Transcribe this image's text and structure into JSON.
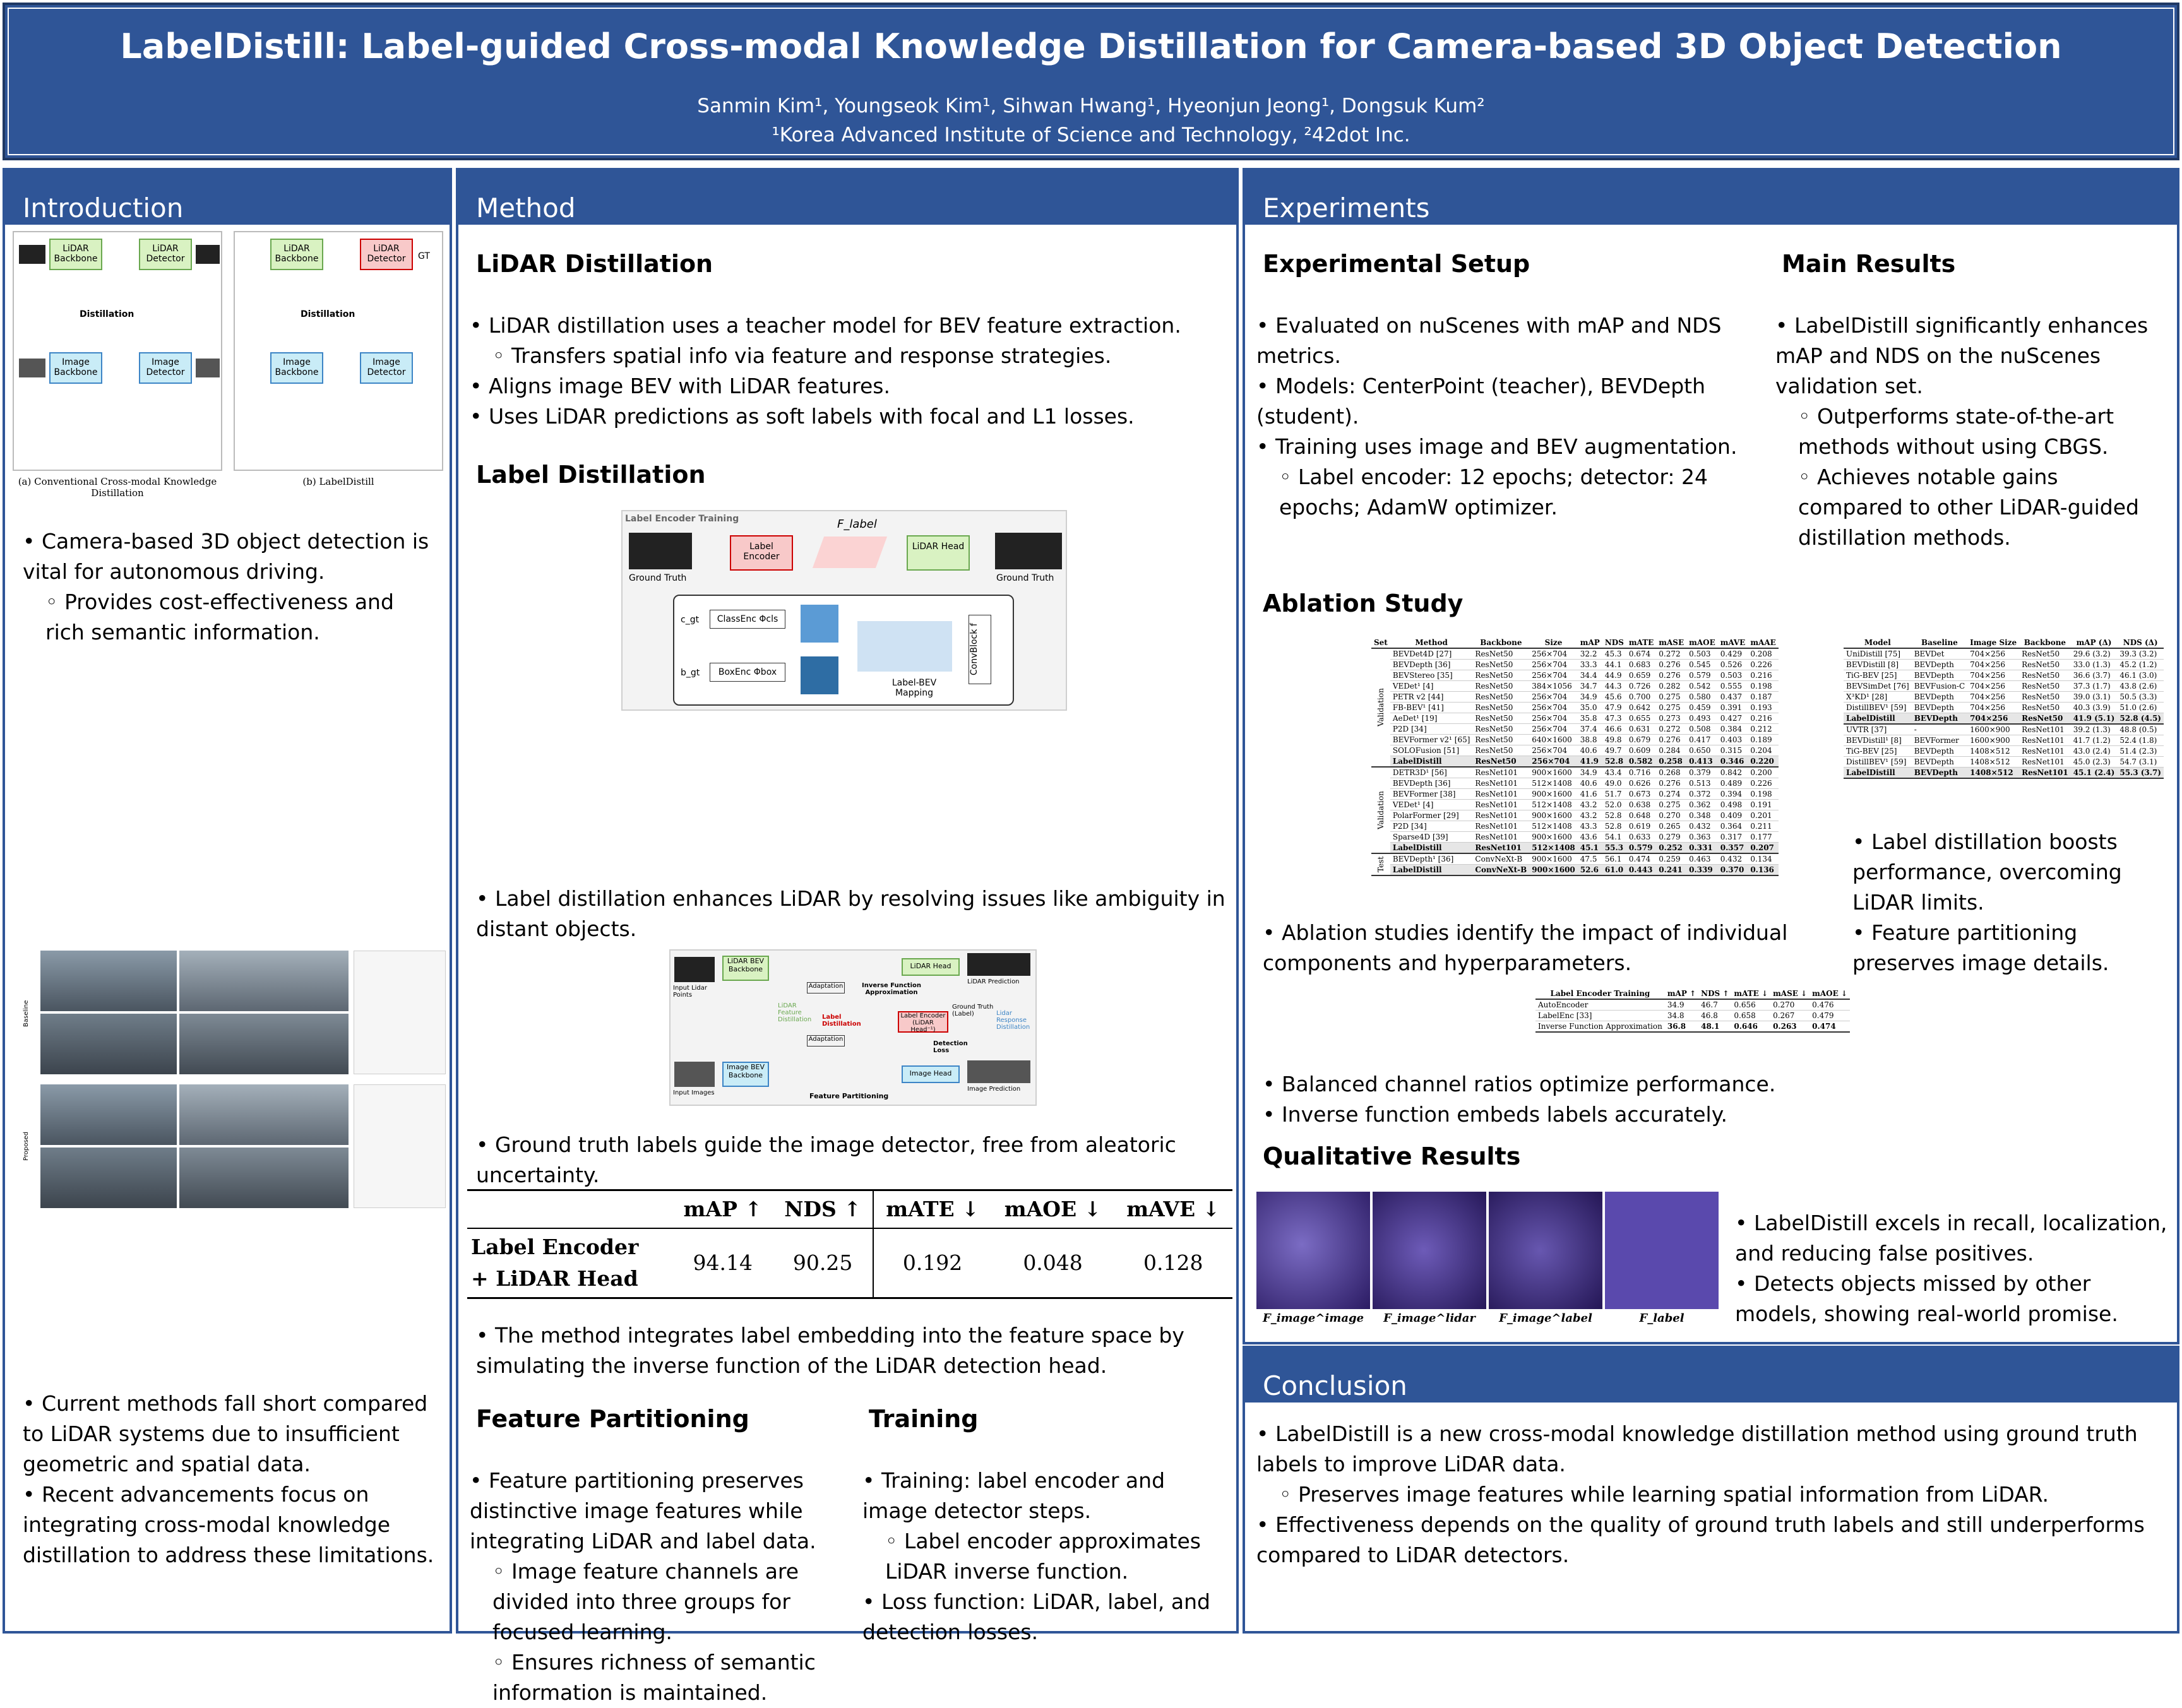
{
  "header": {
    "title": "LabelDistill: Label-guided Cross-modal Knowledge Distillation for Camera-based 3D Object Detection",
    "authors": "Sanmin Kim¹, Youngseok Kim¹, Sihwan Hwang¹, Hyeonjun Jeong¹, Dongsuk Kum²",
    "affiliation": "¹Korea Advanced Institute of Science and Technology, ²42dot Inc."
  },
  "intro": {
    "heading": "Introduction",
    "fig_a_caption": "(a) Conventional Cross-modal Knowledge Distillation",
    "fig_b_caption": "(b) LabelDistill",
    "fig_labels": {
      "lidar_backbone": "LiDAR Backbone",
      "lidar_detector": "LiDAR Detector",
      "image_backbone": "Image Backbone",
      "image_detector": "Image Detector",
      "distillation": "Distillation",
      "gt": "GT"
    },
    "bullets1": [
      {
        "text": "• Camera-based 3D object detection is vital for autonomous driving.",
        "indent": false
      },
      {
        "text": "◦ Provides cost-effectiveness and rich semantic information.",
        "indent": true
      }
    ],
    "side_labels": {
      "baseline": "Baseline",
      "proposed": "Proposed"
    },
    "bullets2": [
      {
        "text": "• Current methods fall short compared to LiDAR systems due to insufficient geometric and spatial data.",
        "indent": false
      },
      {
        "text": "• Recent advancements focus on integrating cross-modal knowledge distillation to address these limitations.",
        "indent": false
      }
    ]
  },
  "method": {
    "heading": "Method",
    "lidar_distillation": {
      "title": "LiDAR Distillation",
      "bullets": [
        {
          "text": "• LiDAR distillation uses a teacher model for BEV feature extraction.",
          "indent": false
        },
        {
          "text": "◦ Transfers spatial info via feature and response strategies.",
          "indent": true
        },
        {
          "text": "• Aligns image BEV with LiDAR features.",
          "indent": false
        },
        {
          "text": "• Uses LiDAR predictions as soft labels with focal and L1 losses.",
          "indent": false
        }
      ]
    },
    "label_distillation": {
      "title": "Label Distillation",
      "fig1": {
        "title": "Label Encoder Training",
        "flabel": "F_label",
        "label_encoder": "Label Encoder",
        "lidar_head": "LiDAR Head",
        "gt_left": "Ground Truth",
        "gt_right": "Ground Truth",
        "class_enc": "ClassEnc Φcls",
        "box_enc": "BoxEnc Φbox",
        "c_gt": "c_gt",
        "b_gt": "b_gt",
        "mapping": "Label-BEV Mapping",
        "convblock": "ConvBlock f"
      },
      "bullet1": "• Label distillation enhances LiDAR by resolving issues like ambiguity in distant objects.",
      "fig2": {
        "lidar_bev_backbone": "LiDAR BEV Backbone",
        "lidar_head": "LiDAR Head",
        "lidar_prediction": "LiDAR Prediction",
        "input_lidar": "Input Lidar Points",
        "adaptation1": "Adaptation",
        "adaptation2": "Adaptation",
        "inverse": "Inverse Function Approximation",
        "lidar_feature_distillation": "LiDAR Feature Distillation",
        "label_distillation": "Label Distillation",
        "label_encoder": "Label Encoder (LiDAR Head⁻¹)",
        "gt_label": "Ground Truth (Label)",
        "lidar_response": "Lidar Response Distillation",
        "detection_loss": "Detection Loss",
        "image_bev_backbone": "Image BEV Backbone",
        "image_head": "Image Head",
        "image_prediction": "Image Prediction",
        "input_images": "Input Images",
        "feature_partitioning": "Feature Partitioning"
      },
      "bullet2": "• Ground truth labels guide the image detector, free from aleatoric uncertainty.",
      "table": {
        "headers": [
          "",
          "mAP ↑",
          "NDS ↑",
          "mATE ↓",
          "mAOE ↓",
          "mAVE ↓"
        ],
        "row_label_line1": "Label Encoder",
        "row_label_line2": "+ LiDAR Head",
        "values": [
          "94.14",
          "90.25",
          "0.192",
          "0.048",
          "0.128"
        ]
      },
      "bullet3": "• The method integrates label embedding into the feature space by simulating the inverse function of the LiDAR detection head."
    },
    "feature_partitioning": {
      "title": "Feature Partitioning",
      "bullets": [
        {
          "text": "• Feature partitioning preserves distinctive image features while integrating LiDAR and label data.",
          "indent": false
        },
        {
          "text": "◦ Image feature channels are divided into three groups for focused learning.",
          "indent": true
        },
        {
          "text": "◦ Ensures richness of semantic information is maintained.",
          "indent": true
        }
      ]
    },
    "training": {
      "title": "Training",
      "bullets": [
        {
          "text": "• Training: label encoder and image detector steps.",
          "indent": false
        },
        {
          "text": "◦ Label encoder approximates LiDAR inverse function.",
          "indent": true
        },
        {
          "text": "• Loss function: LiDAR, label, and detection losses.",
          "indent": false
        }
      ]
    }
  },
  "experiments": {
    "heading": "Experiments",
    "setup": {
      "title": "Experimental Setup",
      "bullets": [
        {
          "text": "• Evaluated on nuScenes with mAP and NDS metrics.",
          "indent": false
        },
        {
          "text": "• Models: CenterPoint (teacher), BEVDepth (student).",
          "indent": false
        },
        {
          "text": "• Training uses image and BEV augmentation.",
          "indent": false
        },
        {
          "text": "◦ Label encoder: 12 epochs; detector: 24 epochs; AdamW optimizer.",
          "indent": true
        }
      ]
    },
    "main": {
      "title": "Main Results",
      "bullets": [
        {
          "text": "• LabelDistill significantly enhances mAP and NDS on the nuScenes validation set.",
          "indent": false
        },
        {
          "text": "◦ Outperforms state-of-the-art methods without using CBGS.",
          "indent": true
        },
        {
          "text": "◦ Achieves notable gains compared to other LiDAR-guided distillation methods.",
          "indent": true
        }
      ]
    },
    "ablation": {
      "title": "Ablation Study",
      "big_table": {
        "headers": [
          "Set",
          "Method",
          "Backbone",
          "Size",
          "mAP",
          "NDS",
          "mATE",
          "mASE",
          "mAOE",
          "mAVE",
          "mAAE"
        ],
        "groups": [
          {
            "set": "Validation",
            "rows": [
              [
                "BEVDet4D [27]",
                "ResNet50",
                "256×704",
                "32.2",
                "45.3",
                "0.674",
                "0.272",
                "0.503",
                "0.429",
                "0.208"
              ],
              [
                "BEVDepth [36]",
                "ResNet50",
                "256×704",
                "33.3",
                "44.1",
                "0.683",
                "0.276",
                "0.545",
                "0.526",
                "0.226"
              ],
              [
                "BEVStereo [35]",
                "ResNet50",
                "256×704",
                "34.4",
                "44.9",
                "0.659",
                "0.276",
                "0.579",
                "0.503",
                "0.216"
              ],
              [
                "VEDet¹ [4]",
                "ResNet50",
                "384×1056",
                "34.7",
                "44.3",
                "0.726",
                "0.282",
                "0.542",
                "0.555",
                "0.198"
              ],
              [
                "PETR v2 [44]",
                "ResNet50",
                "256×704",
                "34.9",
                "45.6",
                "0.700",
                "0.275",
                "0.580",
                "0.437",
                "0.187"
              ],
              [
                "FB-BEV¹ [41]",
                "ResNet50",
                "256×704",
                "35.0",
                "47.9",
                "0.642",
                "0.275",
                "0.459",
                "0.391",
                "0.193"
              ],
              [
                "AeDet¹ [19]",
                "ResNet50",
                "256×704",
                "35.8",
                "47.3",
                "0.655",
                "0.273",
                "0.493",
                "0.427",
                "0.216"
              ],
              [
                "P2D [34]",
                "ResNet50",
                "256×704",
                "37.4",
                "46.6",
                "0.631",
                "0.272",
                "0.508",
                "0.384",
                "0.212"
              ],
              [
                "BEVFormer v2¹ [65]",
                "ResNet50",
                "640×1600",
                "38.8",
                "49.8",
                "0.679",
                "0.276",
                "0.417",
                "0.403",
                "0.189"
              ],
              [
                "SOLOFusion [51]",
                "ResNet50",
                "256×704",
                "40.6",
                "49.7",
                "0.609",
                "0.284",
                "0.650",
                "0.315",
                "0.204"
              ],
              [
                "LabelDistill",
                "ResNet50",
                "256×704",
                "41.9",
                "52.8",
                "0.582",
                "0.258",
                "0.413",
                "0.346",
                "0.220"
              ]
            ],
            "hl": 10
          },
          {
            "set": "Validation",
            "rows": [
              [
                "DETR3D¹ [56]",
                "ResNet101",
                "900×1600",
                "34.9",
                "43.4",
                "0.716",
                "0.268",
                "0.379",
                "0.842",
                "0.200"
              ],
              [
                "BEVDepth [36]",
                "ResNet101",
                "512×1408",
                "40.6",
                "49.0",
                "0.626",
                "0.276",
                "0.513",
                "0.489",
                "0.226"
              ],
              [
                "BEVFormer [38]",
                "ResNet101",
                "900×1600",
                "41.6",
                "51.7",
                "0.673",
                "0.274",
                "0.372",
                "0.394",
                "0.198"
              ],
              [
                "VEDet¹ [4]",
                "ResNet101",
                "512×1408",
                "43.2",
                "52.0",
                "0.638",
                "0.275",
                "0.362",
                "0.498",
                "0.191"
              ],
              [
                "PolarFormer [29]",
                "ResNet101",
                "900×1600",
                "43.2",
                "52.8",
                "0.648",
                "0.270",
                "0.348",
                "0.409",
                "0.201"
              ],
              [
                "P2D [34]",
                "ResNet101",
                "512×1408",
                "43.3",
                "52.8",
                "0.619",
                "0.265",
                "0.432",
                "0.364",
                "0.211"
              ],
              [
                "Sparse4D [39]",
                "ResNet101",
                "900×1600",
                "43.6",
                "54.1",
                "0.633",
                "0.279",
                "0.363",
                "0.317",
                "0.177"
              ],
              [
                "LabelDistill",
                "ResNet101",
                "512×1408",
                "45.1",
                "55.3",
                "0.579",
                "0.252",
                "0.331",
                "0.357",
                "0.207"
              ]
            ],
            "hl": 7
          },
          {
            "set": "Test",
            "rows": [
              [
                "BEVDepth¹ [36]",
                "ConvNeXt-B",
                "900×1600",
                "47.5",
                "56.1",
                "0.474",
                "0.259",
                "0.463",
                "0.432",
                "0.134"
              ],
              [
                "LabelDistill",
                "ConvNeXt-B",
                "900×1600",
                "52.6",
                "61.0",
                "0.443",
                "0.241",
                "0.339",
                "0.370",
                "0.136"
              ]
            ],
            "hl": 1
          }
        ]
      },
      "small_table": {
        "headers": [
          "Model",
          "Baseline",
          "Image Size",
          "Backbone",
          "mAP (Δ)",
          "NDS (Δ)"
        ],
        "groups": [
          {
            "rows": [
              [
                "UniDistill [75]",
                "BEVDet",
                "704×256",
                "ResNet50",
                "29.6 (3.2)",
                "39.3 (3.2)"
              ],
              [
                "BEVDistill [8]",
                "BEVDepth",
                "704×256",
                "ResNet50",
                "33.0 (1.3)",
                "45.2 (1.2)"
              ],
              [
                "TiG-BEV [25]",
                "BEVDepth",
                "704×256",
                "ResNet50",
                "36.6 (3.7)",
                "46.1 (3.0)"
              ],
              [
                "BEVSimDet [76]",
                "BEVFusion-C",
                "704×256",
                "ResNet50",
                "37.3 (1.7)",
                "43.8 (2.6)"
              ],
              [
                "X³KD¹ [28]",
                "BEVDepth",
                "704×256",
                "ResNet50",
                "39.0 (3.1)",
                "50.5 (3.3)"
              ],
              [
                "DistillBEV¹ [59]",
                "BEVDepth",
                "704×256",
                "ResNet50",
                "40.3 (3.9)",
                "51.0 (2.6)"
              ],
              [
                "LabelDistill",
                "BEVDepth",
                "704×256",
                "ResNet50",
                "41.9 (5.1)",
                "52.8 (4.5)"
              ]
            ],
            "hl": 6
          },
          {
            "rows": [
              [
                "UVTR [37]",
                "-",
                "1600×900",
                "ResNet101",
                "39.2 (1.3)",
                "48.8 (0.5)"
              ],
              [
                "BEVDistill¹ [8]",
                "BEVFormer",
                "1600×900",
                "ResNet101",
                "41.7 (1.2)",
                "52.4 (1.8)"
              ],
              [
                "TiG-BEV [25]",
                "BEVDepth",
                "1408×512",
                "ResNet101",
                "43.0 (2.4)",
                "51.4 (2.3)"
              ],
              [
                "DistillBEV¹ [59]",
                "BEVDepth",
                "1408×512",
                "ResNet101",
                "45.0 (2.3)",
                "54.7 (3.1)"
              ],
              [
                "LabelDistill",
                "BEVDepth",
                "1408×512",
                "ResNet101",
                "45.1 (2.4)",
                "55.3 (3.7)"
              ]
            ],
            "hl": 4
          }
        ]
      },
      "right_bullets": [
        {
          "text": "• Label distillation boosts performance, overcoming LiDAR limits.",
          "indent": false
        },
        {
          "text": "• Feature partitioning preserves image details.",
          "indent": false
        }
      ],
      "bullet1": "• Ablation studies identify the impact of individual components and hyperparameters.",
      "enc_table": {
        "headers": [
          "Label Encoder Training",
          "mAP ↑",
          "NDS ↑",
          "mATE ↓",
          "mASE ↓",
          "mAOE ↓"
        ],
        "rows": [
          [
            "AutoEncoder",
            "34.9",
            "46.7",
            "0.656",
            "0.270",
            "0.476"
          ],
          [
            "LabelEnc [33]",
            "34.8",
            "46.8",
            "0.658",
            "0.267",
            "0.479"
          ],
          [
            "Inverse Function Approximation",
            "36.8",
            "48.1",
            "0.646",
            "0.263",
            "0.474"
          ]
        ]
      },
      "bullets2": [
        {
          "text": "• Balanced channel ratios optimize performance.",
          "indent": false
        },
        {
          "text": "• Inverse function embeds labels accurately.",
          "indent": false
        }
      ]
    },
    "qualitative": {
      "title": "Qualitative Results",
      "captions": [
        "F_image^image",
        "F_image^lidar",
        "F_image^label",
        "F_label"
      ],
      "bullets": [
        {
          "text": "• LabelDistill excels in recall, localization, and reducing false positives.",
          "indent": false
        },
        {
          "text": "• Detects objects missed by other models, showing real-world promise.",
          "indent": false
        }
      ]
    }
  },
  "conclusion": {
    "heading": "Conclusion",
    "bullets": [
      {
        "text": "• LabelDistill is a new cross-modal knowledge distillation method using ground truth labels to improve LiDAR data.",
        "indent": false
      },
      {
        "text": "◦ Preserves image features while learning spatial information from LiDAR.",
        "indent": true
      },
      {
        "text": "• Effectiveness depends on the quality of ground truth labels and still underperforms compared to LiDAR detectors.",
        "indent": false
      }
    ]
  },
  "colors": {
    "header_bg": "#2f5597",
    "border": "#2f5597",
    "text": "#000000",
    "highlight_row": "#e6e6e6",
    "lidar_box": "#d9f2c2",
    "image_box": "#c9ecf7",
    "label_box": "#f8c9c9"
  }
}
